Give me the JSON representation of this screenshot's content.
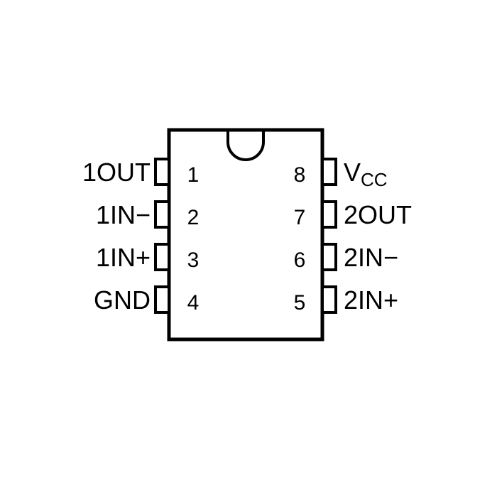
{
  "pinout": {
    "left_pins": [
      {
        "number": "1",
        "name": "1OUT"
      },
      {
        "number": "2",
        "name": "1IN−"
      },
      {
        "number": "3",
        "name": "1IN+"
      },
      {
        "number": "4",
        "name": "GND"
      }
    ],
    "right_pins": [
      {
        "number": "8",
        "name": "V",
        "subscript": "CC"
      },
      {
        "number": "7",
        "name": "2OUT"
      },
      {
        "number": "6",
        "name": "2IN−"
      },
      {
        "number": "5",
        "name": "2IN+"
      }
    ]
  },
  "colors": {
    "stroke": "#000000",
    "background": "#ffffff"
  }
}
